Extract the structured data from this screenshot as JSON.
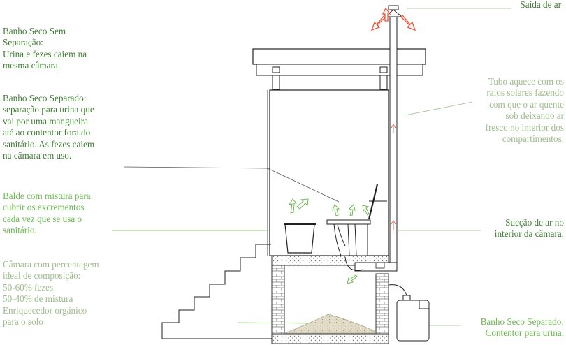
{
  "labels": {
    "top_right": "Saída de ar",
    "left_1": "Banho Seco Sem\nSeparação:\nUrina e fezes caiem na\nmesma câmara.",
    "left_2": "Banho Seco Separado:\nseparação para urina que\nvai por uma mangueira\naté ao contentor fora do\nsanitário. As fezes caiem\nna câmara em uso.",
    "left_3": "Balde com mistura para\ncubrir os excrementos\ncada vez que se usa o\nsanitário.",
    "left_4": "Câmara com percentagem\nideal de composição:\n50-60% fezes\n50-40% de mistura\nEnriquecedor orgânico\npara o solo",
    "right_1": "Tubo aquece com os\nraios solares fazendo\ncom que o ar quente\nsob deixando ar\nfresco no interior dos\ncompartimentos.",
    "right_2": "Sucção de ar no\ninterior da câmara.",
    "right_3": "Banho Seco Separado:\nContentor para urina."
  },
  "colors": {
    "dark_green": "#3f7f33",
    "light_green": "#9dbd8c",
    "bright_green": "#6cba4e",
    "arrow_red": "#e8553a",
    "line": "#222222"
  }
}
